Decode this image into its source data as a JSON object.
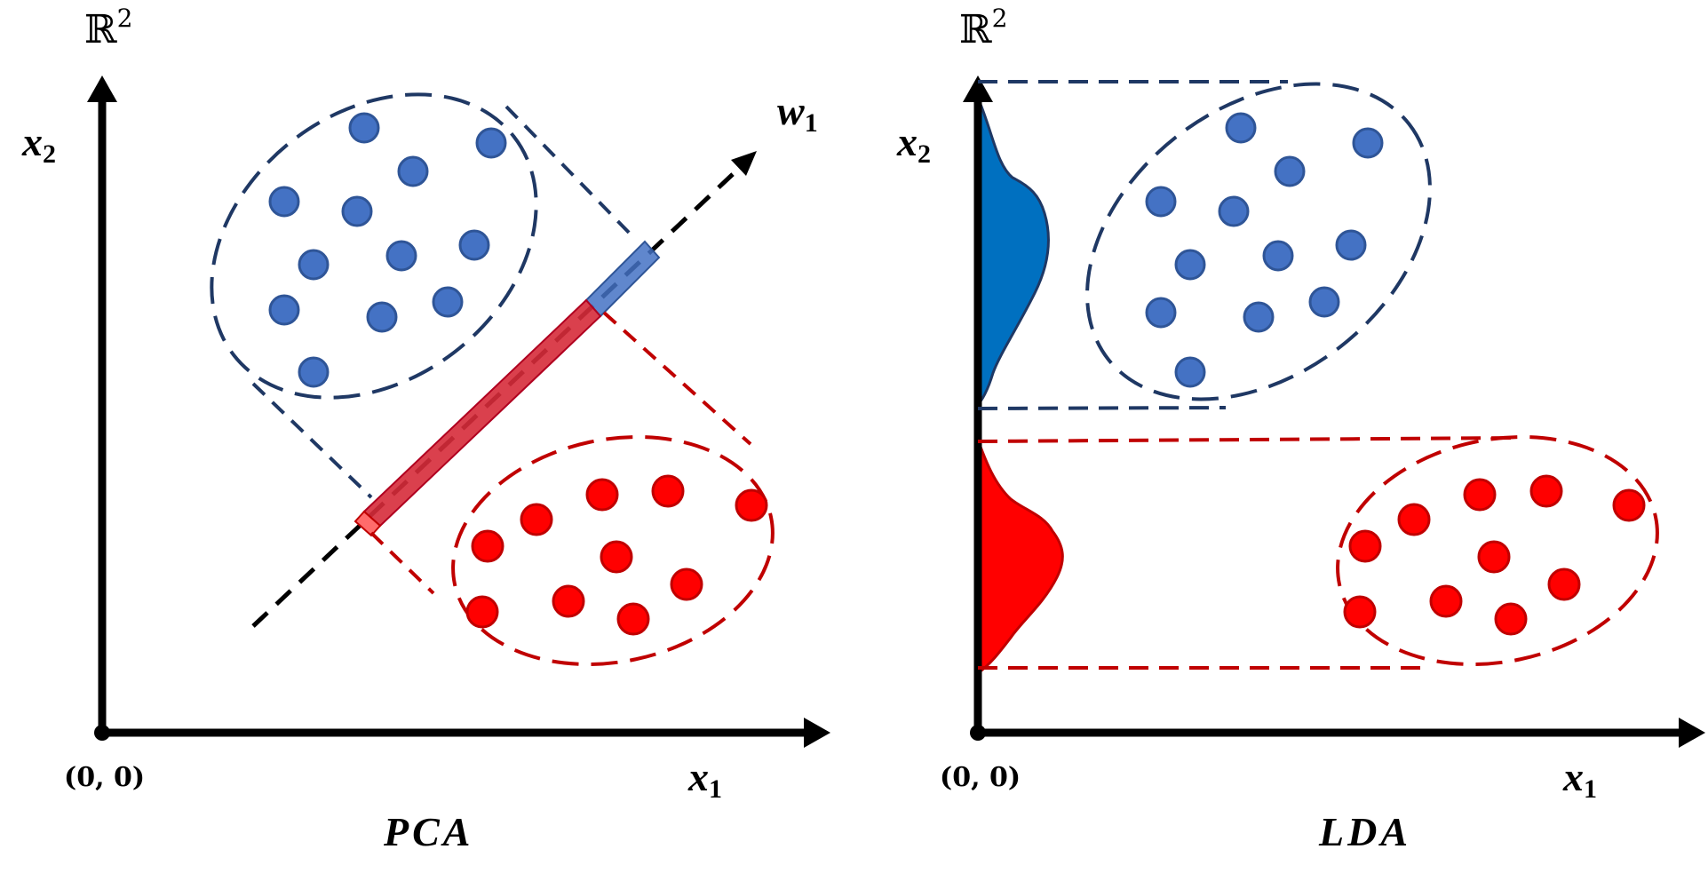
{
  "colors": {
    "blue_point": "#4472c4",
    "blue_outline": "#1f3864",
    "blue_density": "#0070c0",
    "red_point": "#ff0000",
    "red_outline": "#c00000",
    "axis": "#000000"
  },
  "left_panel": {
    "space": "ℝ",
    "space_exp": "2",
    "y_axis": "x",
    "y_axis_sub": "2",
    "x_axis": "x",
    "x_axis_sub": "1",
    "origin": "(0, 0)",
    "direction": "w",
    "direction_sub": "1",
    "caption": "PCA"
  },
  "right_panel": {
    "space": "ℝ",
    "space_exp": "2",
    "y_axis": "x",
    "y_axis_sub": "2",
    "x_axis": "x",
    "x_axis_sub": "1",
    "origin": "(0, 0)",
    "caption": "LDA"
  }
}
